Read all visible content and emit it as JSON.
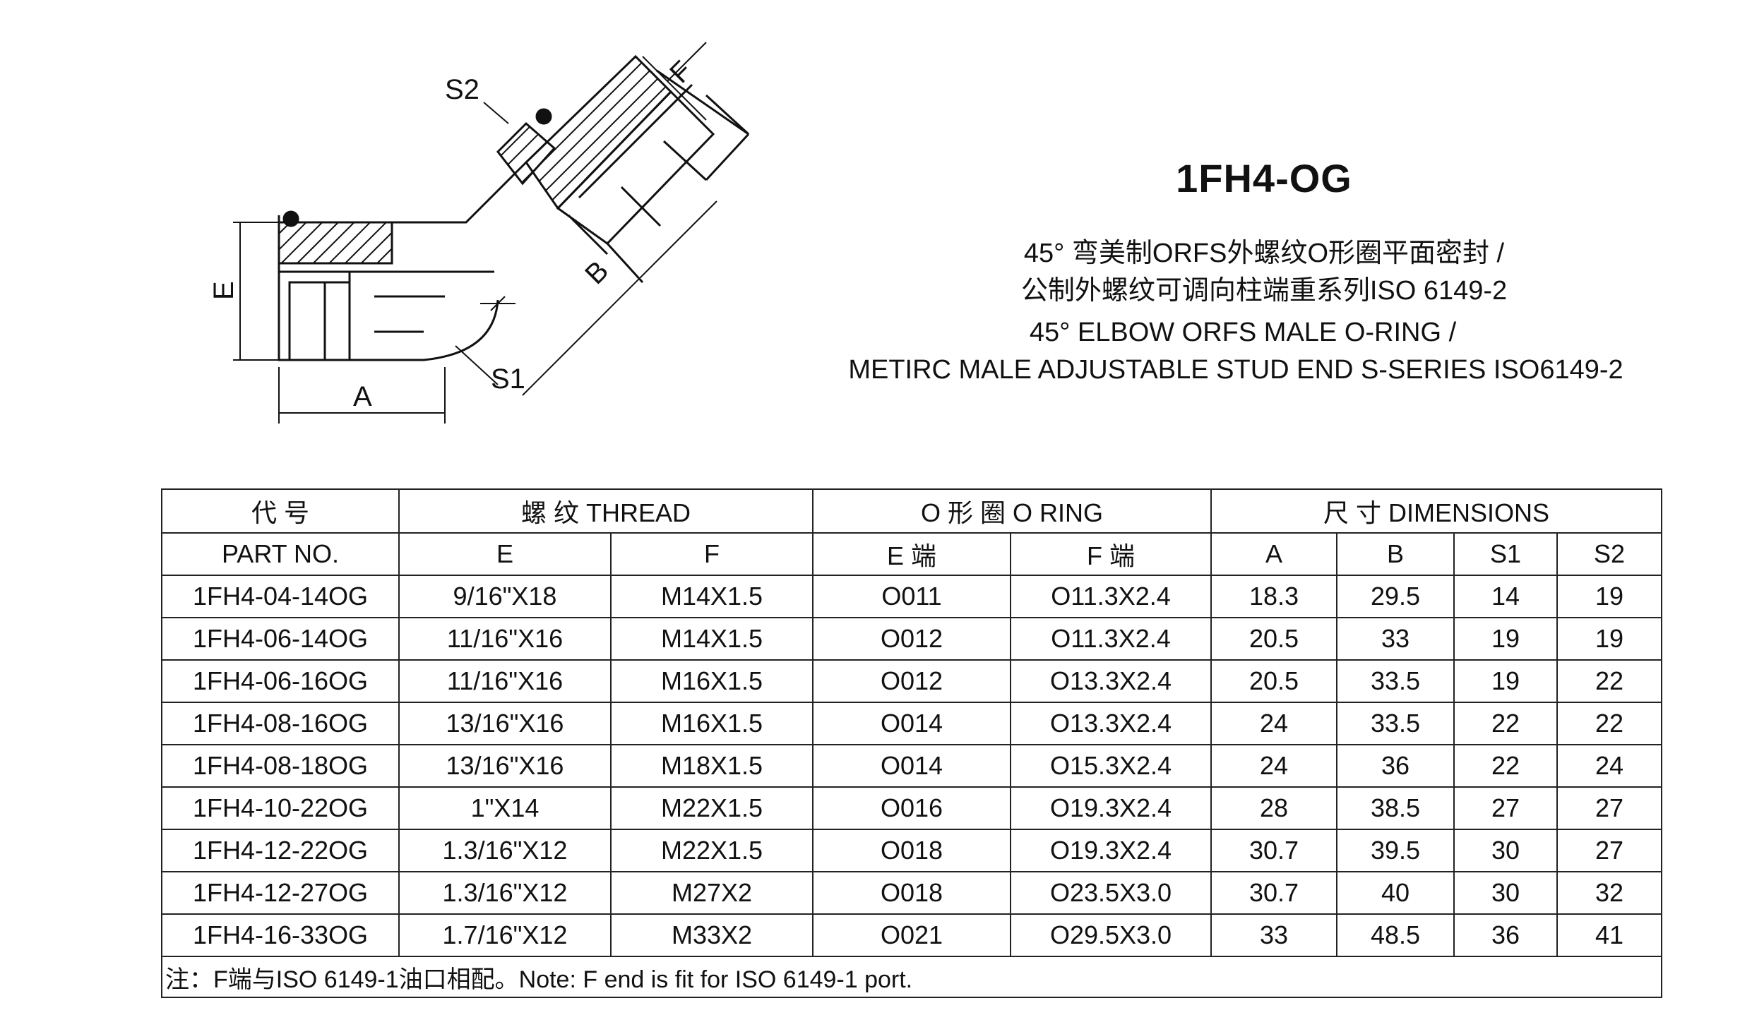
{
  "drawing": {
    "labels": {
      "s2": "S2",
      "f": "F",
      "e": "E",
      "b": "B",
      "s1": "S1",
      "a": "A"
    }
  },
  "title": {
    "code": "1FH4-OG",
    "desc_zh_1": "45° 弯美制ORFS外螺纹O形圈平面密封 /",
    "desc_zh_2": "公制外螺纹可调向柱端重系列ISO 6149-2",
    "desc_en_1": "45°  ELBOW  ORFS MALE  O-RING /",
    "desc_en_2": "METIRC MALE  ADJUSTABLE STUD END S-SERIES ISO6149-2"
  },
  "table": {
    "group_headers": {
      "part_zh": "代 号",
      "part_en": "PART  NO.",
      "thread": "螺 纹  THREAD",
      "oring": "O 形 圈  O RING",
      "dims": "尺 寸  DIMENSIONS"
    },
    "sub_headers": [
      "E",
      "F",
      "E 端",
      "F 端",
      "A",
      "B",
      "S1",
      "S2"
    ],
    "rows": [
      [
        "1FH4-04-14OG",
        "9/16\"X18",
        "M14X1.5",
        "O011",
        "O11.3X2.4",
        "18.3",
        "29.5",
        "14",
        "19"
      ],
      [
        "1FH4-06-14OG",
        "11/16\"X16",
        "M14X1.5",
        "O012",
        "O11.3X2.4",
        "20.5",
        "33",
        "19",
        "19"
      ],
      [
        "1FH4-06-16OG",
        "11/16\"X16",
        "M16X1.5",
        "O012",
        "O13.3X2.4",
        "20.5",
        "33.5",
        "19",
        "22"
      ],
      [
        "1FH4-08-16OG",
        "13/16\"X16",
        "M16X1.5",
        "O014",
        "O13.3X2.4",
        "24",
        "33.5",
        "22",
        "22"
      ],
      [
        "1FH4-08-18OG",
        "13/16\"X16",
        "M18X1.5",
        "O014",
        "O15.3X2.4",
        "24",
        "36",
        "22",
        "24"
      ],
      [
        "1FH4-10-22OG",
        "1\"X14",
        "M22X1.5",
        "O016",
        "O19.3X2.4",
        "28",
        "38.5",
        "27",
        "27"
      ],
      [
        "1FH4-12-22OG",
        "1.3/16\"X12",
        "M22X1.5",
        "O018",
        "O19.3X2.4",
        "30.7",
        "39.5",
        "30",
        "27"
      ],
      [
        "1FH4-12-27OG",
        "1.3/16\"X12",
        "M27X2",
        "O018",
        "O23.5X3.0",
        "30.7",
        "40",
        "30",
        "32"
      ],
      [
        "1FH4-16-33OG",
        "1.7/16\"X12",
        "M33X2",
        "O021",
        "O29.5X3.0",
        "33",
        "48.5",
        "36",
        "41"
      ]
    ],
    "note": "注：F端与ISO 6149-1油口相配。Note:  F end is fit for ISO 6149-1 port."
  }
}
